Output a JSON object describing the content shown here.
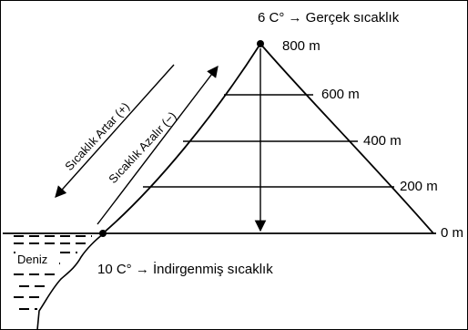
{
  "top_label": "6 C° → Gerçek sıcaklık",
  "bottom_label": "10 C° → İndirgenmiş sıcaklık",
  "slope_labels": {
    "increase": "Sıcaklık Artar (+)",
    "decrease": "Sıcaklık Azalır (−)"
  },
  "sea_label": "Deniz",
  "elevations": [
    "800 m",
    "600 m",
    "400 m",
    "200 m",
    "0 m"
  ],
  "colors": {
    "ink": "#000000",
    "background": "#ffffff"
  }
}
